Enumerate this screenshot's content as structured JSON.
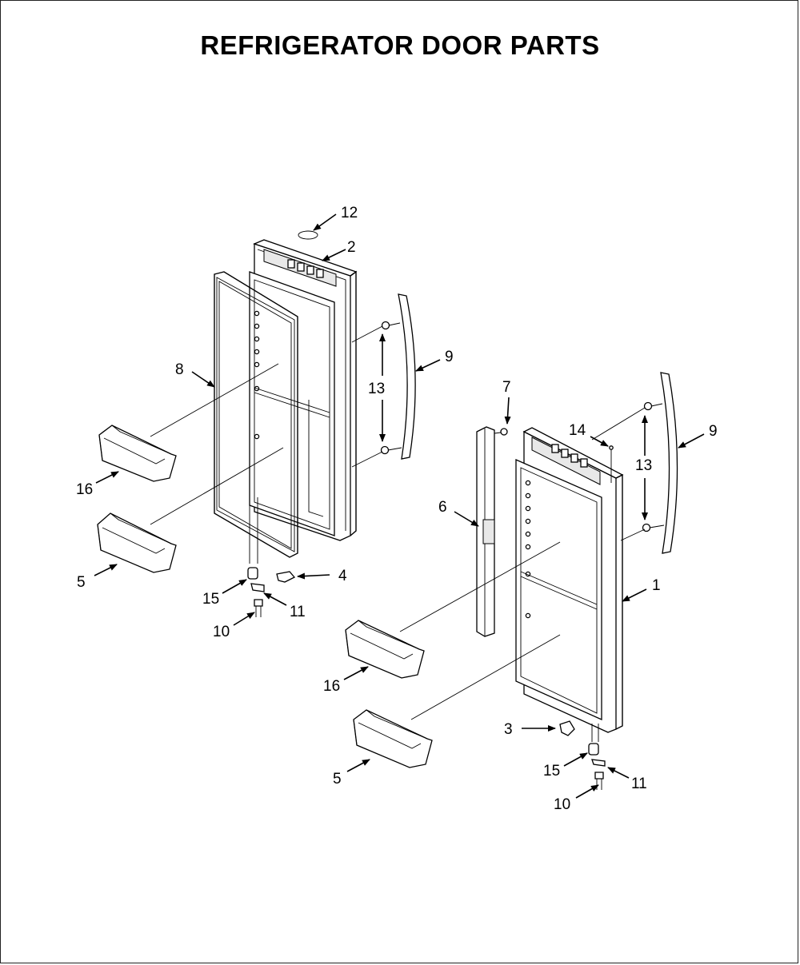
{
  "diagram": {
    "title": "REFRIGERATOR DOOR PARTS"
  },
  "callouts": {
    "c1": "1",
    "c2": "2",
    "c3": "3",
    "c4": "4",
    "c5a": "5",
    "c5b": "5",
    "c6": "6",
    "c7": "7",
    "c8": "8",
    "c9a": "9",
    "c9b": "9",
    "c10a": "10",
    "c10b": "10",
    "c11a": "11",
    "c11b": "11",
    "c12": "12",
    "c13a": "13",
    "c13b": "13",
    "c14": "14",
    "c15a": "15",
    "c15b": "15",
    "c16a": "16",
    "c16b": "16"
  }
}
